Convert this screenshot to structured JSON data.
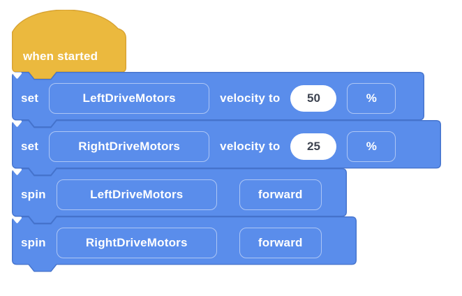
{
  "workspace": {
    "background": "#FFFFFF"
  },
  "colors": {
    "hat_fill": "#EBB93E",
    "hat_stroke": "#D7A232",
    "block_fill": "#5A8DEB",
    "block_stroke": "#4573CC",
    "dropdown_border": "rgba(255,255,255,0.5)",
    "label_text": "#FFFFFF",
    "input_bg": "#FFFFFF",
    "input_text": "#3D4350"
  },
  "script": {
    "hat": {
      "label": "when started"
    },
    "blocks": [
      {
        "kind": "set-velocity",
        "verb": "set",
        "motor": "LeftDriveMotors",
        "mid": "velocity to",
        "value": "50",
        "unit": "%"
      },
      {
        "kind": "set-velocity",
        "verb": "set",
        "motor": "RightDriveMotors",
        "mid": "velocity to",
        "value": "25",
        "unit": "%"
      },
      {
        "kind": "spin",
        "verb": "spin",
        "motor": "LeftDriveMotors",
        "direction": "forward"
      },
      {
        "kind": "spin",
        "verb": "spin",
        "motor": "RightDriveMotors",
        "direction": "forward"
      }
    ]
  }
}
